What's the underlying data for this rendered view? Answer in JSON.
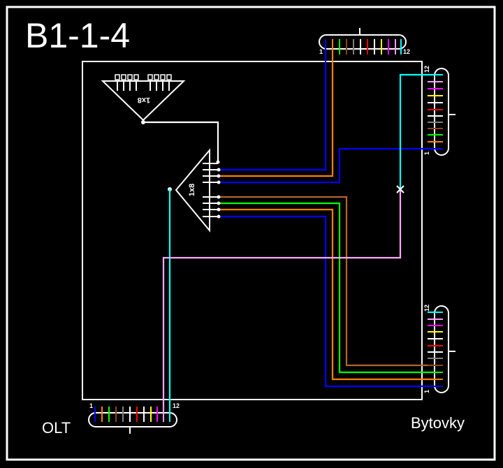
{
  "title": "B1-1-4",
  "labels": {
    "olt": "OLT",
    "bytovky": "Bytovky",
    "splitter": "1x8",
    "pin_first": "1",
    "pin_last": "12"
  },
  "colors": {
    "background": "#000000",
    "line": "#ffffff",
    "fiber_order": [
      "#0000ff",
      "#ff8000",
      "#00ff00",
      "#8b4513",
      "#808080",
      "#ffffff",
      "#ff0000",
      "#000000",
      "#ffff00",
      "#ff00ff",
      "#ff99ff",
      "#00ffff"
    ]
  }
}
